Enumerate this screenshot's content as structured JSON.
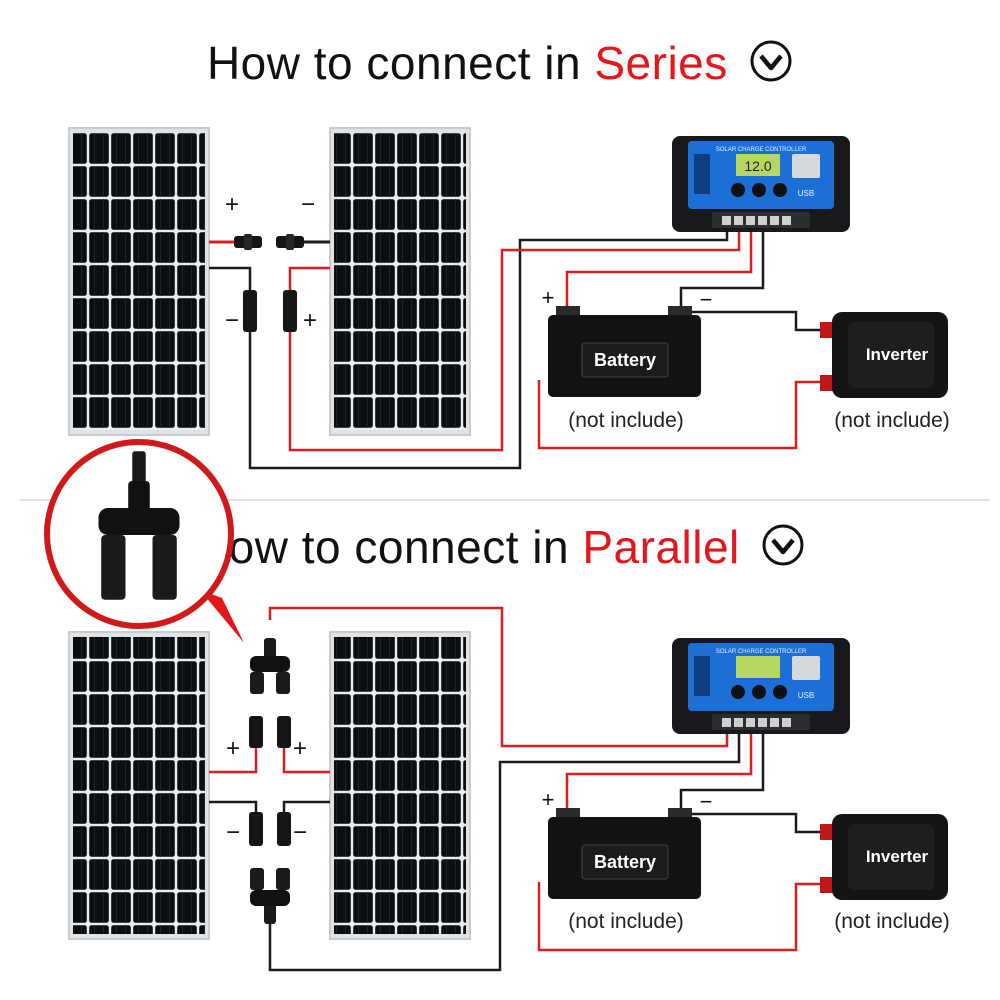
{
  "series": {
    "title_prefix": "How to connect in ",
    "title_accent": "Series",
    "battery_label": "Battery",
    "inverter_label": "Inverter",
    "battery_note": "(not include)",
    "inverter_note": "(not include)",
    "plus": "+",
    "minus": "−"
  },
  "parallel": {
    "title_prefix": "How to connect in ",
    "title_accent": "Parallel",
    "battery_label": "Battery",
    "inverter_label": "Inverter",
    "battery_note": "(not include)",
    "inverter_note": "(not include)",
    "plus": "+",
    "minus": "−"
  },
  "controller": {
    "header": "SOLAR CHARGE CONTROLLER",
    "display": "12.0",
    "usb": "USB"
  },
  "colors": {
    "accent": "#e3161b",
    "wire_red": "#d81e1e",
    "wire_black": "#1a1a1a",
    "controller_blue": "#1d6fd8"
  },
  "icons": {
    "title_marker": "chevron-down-circle-icon"
  }
}
